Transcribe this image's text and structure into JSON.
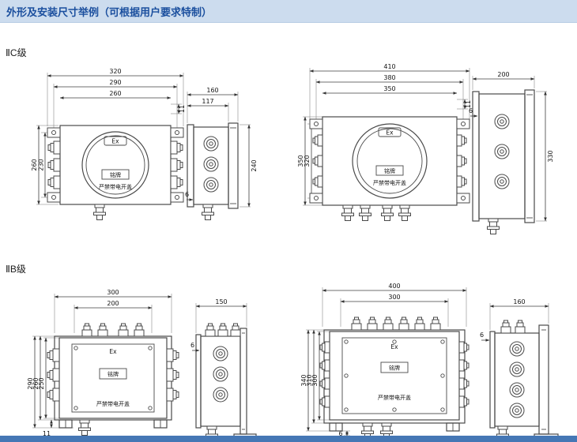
{
  "page": {
    "title": "外形及安装尺寸举例（可根据用户要求特制）"
  },
  "labels": {
    "ex": "Ex",
    "nameplate": "铭牌",
    "warning": "严禁带电开盖"
  },
  "sections": {
    "iic": {
      "label": "ⅡC级",
      "front_small": {
        "w_overall": "320",
        "w_mount": "290",
        "w_body": "260",
        "lug": "11",
        "h_overall": "260",
        "h_body": "230"
      },
      "side_small": {
        "d_overall": "160",
        "d_body": "117",
        "h": "240",
        "flange": "6"
      },
      "front_large": {
        "w_overall": "410",
        "w_mount": "380",
        "w_body": "350",
        "lug": "11",
        "h_overall": "350",
        "h_body": "320"
      },
      "side_large": {
        "d_overall": "200",
        "h": "330",
        "flange": "6"
      }
    },
    "iib": {
      "label": "ⅡB级",
      "front_small": {
        "w_overall": "300",
        "w_body": "200",
        "h_overall": "290",
        "h_flange": "260",
        "h_body": "250",
        "foot": "11"
      },
      "side_small": {
        "d_overall": "150",
        "flange": "6"
      },
      "front_large": {
        "w_overall": "400",
        "w_body": "300",
        "h_overall": "340",
        "h_flange": "310",
        "h_body": "300",
        "foot": "6"
      },
      "side_large": {
        "d_overall": "160",
        "flange": "6"
      }
    }
  }
}
